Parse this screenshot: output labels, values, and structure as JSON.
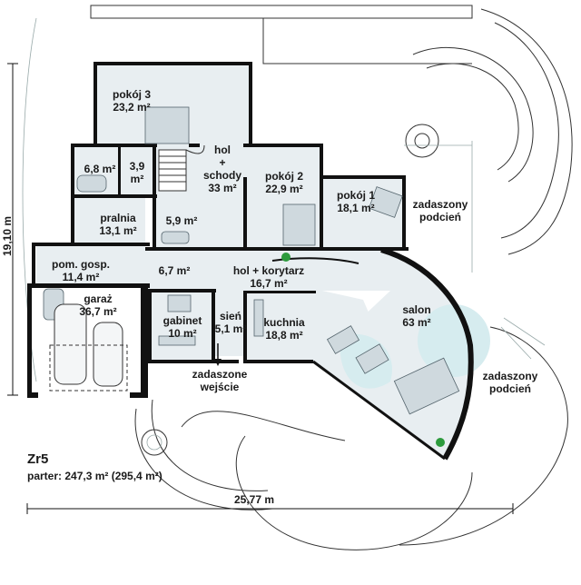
{
  "plan": {
    "name": "Zr5",
    "summary": "parter: 247,3 m² (295,4 m²)",
    "dim_width": "25,77 m",
    "dim_height": "19,10 m",
    "colors": {
      "room_fill": "#e8eef1",
      "wall": "#111111",
      "accent": "#d6ecef"
    }
  },
  "rooms": {
    "pokoj3": {
      "name": "pokój 3",
      "area": "23,2 m²"
    },
    "lazienka": {
      "area": "6,8 m²"
    },
    "wc": {
      "area_l1": "3,9",
      "area_l2": "m²"
    },
    "hol_schody": {
      "l1": "hol",
      "l2": "+",
      "l3": "schody",
      "area": "33 m²"
    },
    "pokoj2": {
      "name": "pokój 2",
      "area": "22,9 m²"
    },
    "pokoj1": {
      "name": "pokój 1",
      "area": "18,1 m²"
    },
    "pralnia": {
      "name": "pralnia",
      "area": "13,1 m²"
    },
    "lazienka2": {
      "area": "5,9 m²"
    },
    "pom_gosp": {
      "name": "pom. gosp.",
      "area": "11,4 m²"
    },
    "korytarz_maly": {
      "area": "6,7 m²"
    },
    "hol_korytarz": {
      "name": "hol + korytarz",
      "area": "16,7 m²"
    },
    "garaz": {
      "name": "garaż",
      "area": "36,7 m²"
    },
    "gabinet": {
      "name": "gabinet",
      "area": "10 m²"
    },
    "sien": {
      "name": "sień",
      "area": "5,1 m²"
    },
    "kuchnia": {
      "name": "kuchnia",
      "area": "18,8 m²"
    },
    "salon": {
      "name": "salon",
      "area": "63 m²"
    }
  },
  "labels": {
    "zadaszony_podcien_top": {
      "l1": "zadaszony",
      "l2": "podcień"
    },
    "zadaszony_podcien_right": {
      "l1": "zadaszony",
      "l2": "podcień"
    },
    "zadaszone_wejscie": {
      "l1": "zadaszone",
      "l2": "wejście"
    }
  }
}
